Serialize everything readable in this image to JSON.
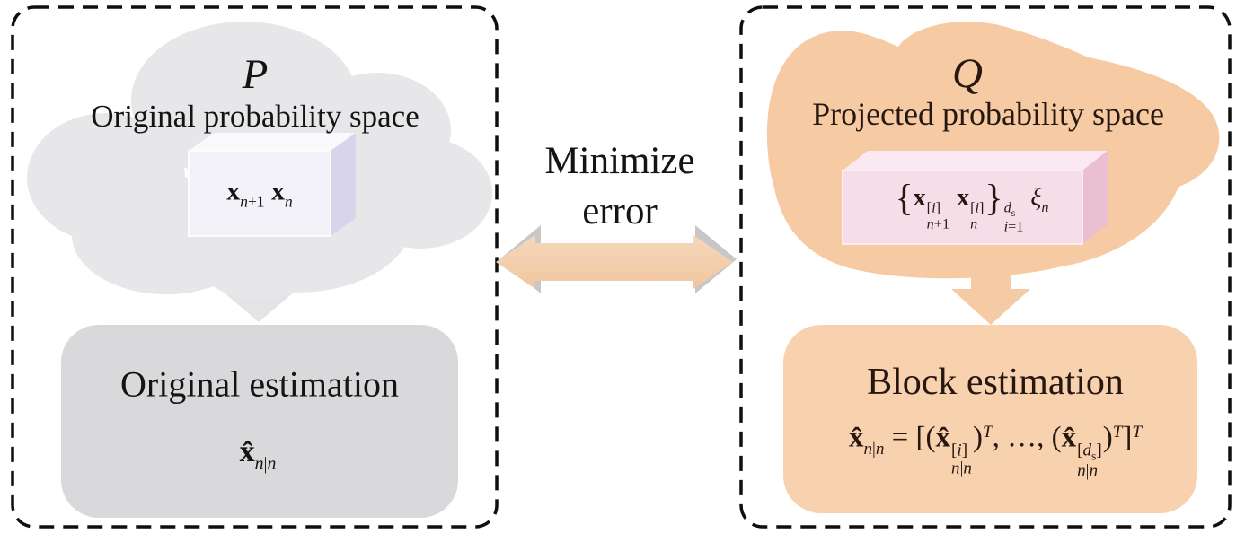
{
  "diagram": {
    "center": {
      "minimize_label_line1": "Minimize",
      "minimize_label_line2": "error"
    },
    "left": {
      "space_symbol": "P",
      "space_name": "Original probability space",
      "sample_box_formula_text": "x_{n+1} x_n",
      "sample_box_formula_html": "<b>x</b><span class='sb'><i>n</i>+1</span>&nbsp;<b>x</b><span class='sb'><i>n</i></span>",
      "estimation_title": "Original estimation",
      "estimation_formula_text": "x̂_{n|n}",
      "estimation_formula_html": "<b>x̂</b><span class='sb'><i>n</i>|<i>n</i></span>"
    },
    "right": {
      "space_symbol": "Q",
      "space_name": "Projected probability space",
      "sample_box_formula_text": "{ x_{n+1}^{[i]} x_n^{[i]} }_{i=1}^{d_s} ξ_n",
      "sample_box_formula_html": "<span class='big'>{</span><b>x</b><span class='ss'><span>[<i>i</i>]</span><span><i>n</i>+1</span></span>&nbsp;<b>x</b><span class='ss'><span>[<i>i</i>]</span><span><i>n</i></span></span><span class='big'>}</span><span class='ss'><span><i>d</i><sub>s</sub></span><span><i>i</i>=1</span></span>&nbsp;<i>ξ</i><span class='sb'><i>n</i></span>",
      "estimation_title": "Block estimation",
      "estimation_formula_text": "x̂_{n|n} = [(x̂_{n|n}^{[i]})^T, …, (x̂_{n|n}^{[d_s]})^T]^T",
      "estimation_formula_html": "<b>x̂</b><span class='sb'><i>n</i>|<i>n</i></span> = [(<b>x̂</b><span class='ss'><span>[<i>i</i>]</span><span><i>n</i>|<i>n</i></span></span>)<span class='sp'><i>T</i></span>, …, (<b>x̂</b><span class='ss'><span>[<i>d</i><sub>s</sub>]</span><span><i>n</i>|<i>n</i></span></span>)<span class='sp'><i>T</i></span>]<span class='sp'><i>T</i></span>"
    },
    "colors": {
      "border": "#0f0f0f",
      "left_cloud": "#E7E6E9",
      "left_box_front": "#F3F2F8",
      "left_box_top": "#FAF9FC",
      "left_box_side": "#D8D5EA",
      "left_rounded": "#D9D8DA",
      "left_arrow": "#E4E3E6",
      "mid_arrow_gray": "#C8C6C7",
      "mid_arrow_orange_top": "#F4D8BE",
      "mid_arrow_orange_bottom": "#F2C69C",
      "right_cloud": "#F6CBA4",
      "right_box_front": "#F6DEE8",
      "right_box_top": "#FAE9F0",
      "right_box_side": "#E9BFD1",
      "right_rounded": "#F8D2AF",
      "right_arrow": "#F5CBA5"
    }
  }
}
